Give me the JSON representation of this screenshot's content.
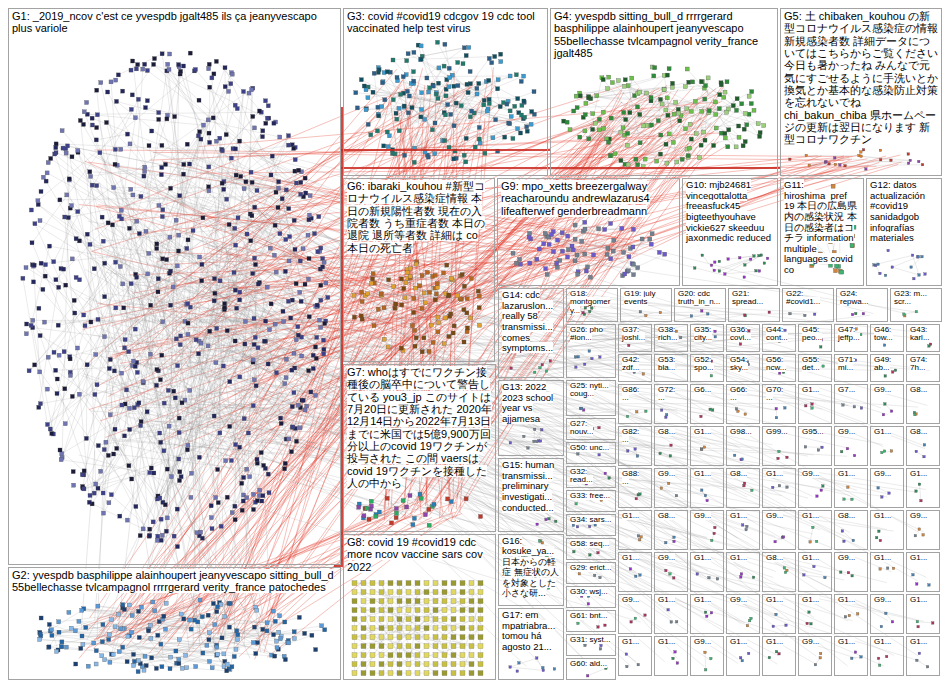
{
  "diagram": {
    "nodes": [
      {
        "text": [
          "G1: _2019_ncov c'est ce yvespdb jgalt485 ils ça jeanyvescapo plus variole"
        ]
      },
      {
        "text": [
          "G3: covid #covid19 cdcgov 19 cdc tool vaccinated help test virus"
        ]
      },
      {
        "text": [
          "G4: yvespdb sitting_bull_d rrrrgerard basphilippe alainhoupert jeanyvescapo 55bellechasse tvlcampagnol verity_france jgalt485"
        ]
      },
      {
        "text": [
          "G5: 土 chibaken_kouhou の新型コロナウイルス感染症の情報 新規感染者数 詳細データについてはこちらからご覧ください 今日も暑かったね みんなで元気にすごせるように手洗いとか換気とか基本的な感染防止対策を忘れないでね chi_bakun_chiba 県ホームページの更新は翌日になります 新型コロナワクチン"
        ]
      },
      {
        "text": [
          "G6: ibaraki_kouhou #新型コロナウイルス感染症情報 本日の新規陽性者数 現在の入院者数 うち重症者数 本日の退院 退所等者数 詳細は co 本日の死亡者"
        ]
      },
      {
        "text": [
          "G9: mpo_xetts breezergalway reacharoundu andrewlazarus4 lifeafterwef genderbreadmann"
        ]
      },
      {
        "text": [
          "G10: mjb24681 vincegottalotta freeasfuck45 bigteethyouhave vickie627 skeeduu jaxonmedic reduced"
        ]
      },
      {
        "text": [
          "G11: hiroshima_pref 19 本日の広島県内の感染状況 本日の感染者はコチラ information multiple languages covid co"
        ]
      },
      {
        "text": [
          "G12: datos actualización #covid19 sanidadgob infografías materiales"
        ]
      },
      {
        "text": [
          "G7: whoはすでにワクチン接種後の脳卒中について警告している you3_jp このサイトは7月20日に更新された 2020年12月14日から2022年7月13日までに米国では5億9,900万回分以上のcovid 19ワクチンが投与された この間 vaersはcovid 19ワクチンを接種した人の中から"
        ]
      },
      {
        "text": [
          "G8: covid 19 #covid19 cdc more ncov vaccine sars cov 2022"
        ]
      },
      {
        "text": [
          "G2: yvespdb basphilippe alainhoupert jeanyvescapo sitting_bull_d 55bellechasse tvlcampagnol rrrrgerard verity_france patochedes"
        ]
      },
      {
        "text": [
          "G14: cdc lazaruslon... really 58 transmissi... comes symptoms..."
        ]
      },
      {
        "text": [
          "G13: 2022 2023 school year vs ajjamesa"
        ]
      },
      {
        "text": [
          "G15: human transmissi... preliminary investigati... conducted..."
        ]
      },
      {
        "text": [
          "G16: kosuke_ya... 日本からの軽症 無症状の人を対象とした小さな研..."
        ]
      },
      {
        "text": [
          "G17: em mpatriabra... tomou há agosto 21..."
        ]
      },
      {
        "text": [
          "G18: montgomery..."
        ]
      },
      {
        "text": [
          "G19: july events"
        ]
      },
      {
        "text": [
          "G20: cdc truth_in_n..."
        ]
      },
      {
        "text": [
          "G21: spread..."
        ]
      },
      {
        "text": [
          "G22: #covid1..."
        ]
      },
      {
        "text": [
          "G24: repwa..."
        ]
      },
      {
        "text": [
          "G23: m... scr..."
        ]
      },
      {
        "text": [
          "G26: pho #lon..."
        ]
      },
      {
        "text": [
          "G37: joshl..."
        ]
      },
      {
        "text": [
          "G38: rich..."
        ]
      },
      {
        "text": [
          "G35: city..."
        ]
      },
      {
        "text": [
          "G36: covi..."
        ]
      },
      {
        "text": [
          "G44: cont..."
        ]
      },
      {
        "text": [
          "G45: peo..."
        ]
      },
      {
        "text": [
          "G47: jeffp..."
        ]
      },
      {
        "text": [
          "G46: tow..."
        ]
      },
      {
        "text": [
          "G43: karl..."
        ]
      },
      {
        "text": [
          "G42: zdf..."
        ]
      },
      {
        "text": [
          "G53: bla..."
        ]
      },
      {
        "text": [
          "G52: spo..."
        ]
      },
      {
        "text": [
          "G54: sky..."
        ]
      },
      {
        "text": [
          "G56: ncw..."
        ]
      },
      {
        "text": [
          "G55: det..."
        ]
      },
      {
        "text": [
          "G71: mi..."
        ]
      },
      {
        "text": [
          "G49: ab..."
        ]
      },
      {
        "text": [
          "G74: 7h..."
        ]
      },
      {
        "text": [
          "G25: nyti... coug..."
        ]
      },
      {
        "text": [
          "G27: nouv..."
        ]
      },
      {
        "text": [
          "G50: unc..."
        ]
      },
      {
        "text": [
          "G32: read..."
        ]
      },
      {
        "text": [
          "G33: free..."
        ]
      },
      {
        "text": [
          "G34: sars..."
        ]
      },
      {
        "text": [
          "G58: seq..."
        ]
      },
      {
        "text": [
          "G29: erict..."
        ]
      },
      {
        "text": [
          "G30: wsj..."
        ]
      },
      {
        "text": [
          "G61: bnt..."
        ]
      },
      {
        "text": [
          "G31: syst..."
        ]
      },
      {
        "text": [
          "G60: ald..."
        ]
      },
      {
        "text": [
          "G86: ..."
        ]
      },
      {
        "text": [
          "G72: ..."
        ]
      },
      {
        "text": [
          "G6..."
        ]
      },
      {
        "text": [
          "G66: ..."
        ]
      },
      {
        "text": [
          "G70: ..."
        ]
      },
      {
        "text": [
          "G1..."
        ]
      },
      {
        "text": [
          "G7..."
        ]
      },
      {
        "text": [
          "G9..."
        ]
      },
      {
        "text": [
          "G8..."
        ]
      },
      {
        "text": [
          "G82: ..."
        ]
      },
      {
        "text": [
          "G8..."
        ]
      },
      {
        "text": [
          "G1..."
        ]
      },
      {
        "text": [
          "G98..."
        ]
      },
      {
        "text": [
          "G99..."
        ]
      },
      {
        "text": [
          "G95..."
        ]
      },
      {
        "text": [
          "G9..."
        ]
      },
      {
        "text": [
          "G1..."
        ]
      },
      {
        "text": [
          "G8..."
        ]
      },
      {
        "text": [
          "G88: ..."
        ]
      },
      {
        "text": [
          "G9..."
        ]
      },
      {
        "text": [
          "G1..."
        ]
      },
      {
        "text": [
          "G8..."
        ]
      },
      {
        "text": [
          "G1..."
        ]
      },
      {
        "text": [
          "G9..."
        ]
      },
      {
        "text": [
          "G1..."
        ]
      },
      {
        "text": [
          "G9..."
        ]
      },
      {
        "text": [
          "G1..."
        ]
      },
      {
        "text": [
          "G1..."
        ]
      },
      {
        "text": [
          "G8..."
        ]
      },
      {
        "text": [
          "G9..."
        ]
      },
      {
        "text": [
          "G1..."
        ]
      },
      {
        "text": [
          "G9..."
        ]
      },
      {
        "text": [
          "G1..."
        ]
      },
      {
        "text": [
          "G8..."
        ]
      },
      {
        "text": [
          "G1..."
        ]
      },
      {
        "text": [
          "G9..."
        ]
      },
      {
        "text": [
          "G1..."
        ]
      },
      {
        "text": [
          "G9..."
        ]
      },
      {
        "text": [
          "G1..."
        ]
      },
      {
        "text": [
          "G1..."
        ]
      },
      {
        "text": [
          "G8..."
        ]
      },
      {
        "text": [
          "G1..."
        ]
      },
      {
        "text": [
          "G9..."
        ]
      },
      {
        "text": [
          "G1..."
        ]
      },
      {
        "text": [
          "G1..."
        ]
      },
      {
        "text": [
          "G9..."
        ]
      },
      {
        "text": [
          "G1..."
        ]
      },
      {
        "text": [
          "G1..."
        ]
      },
      {
        "text": [
          "G9..."
        ]
      },
      {
        "text": [
          "G1..."
        ]
      },
      {
        "text": [
          "G1..."
        ]
      },
      {
        "text": [
          "G1..."
        ]
      },
      {
        "text": [
          "G9..."
        ]
      },
      {
        "text": [
          "G1..."
        ]
      },
      {
        "text": [
          "G1..."
        ]
      },
      {
        "text": [
          "G1..."
        ]
      },
      {
        "text": [
          "G9..."
        ]
      },
      {
        "text": [
          "G1..."
        ]
      },
      {
        "text": [
          "G1..."
        ]
      },
      {
        "text": [
          "G9..."
        ]
      },
      {
        "text": [
          "G1..."
        ]
      },
      {
        "text": [
          "G1..."
        ]
      },
      {
        "text": [
          "G1..."
        ]
      }
    ],
    "edges": [
      {
        "from": 0,
        "to": 2,
        "arrow": "none"
      },
      {
        "from": 0,
        "to": 3,
        "arrow": "none"
      },
      {
        "from": 11,
        "to": 1,
        "arrow": "none"
      }
    ]
  }
}
